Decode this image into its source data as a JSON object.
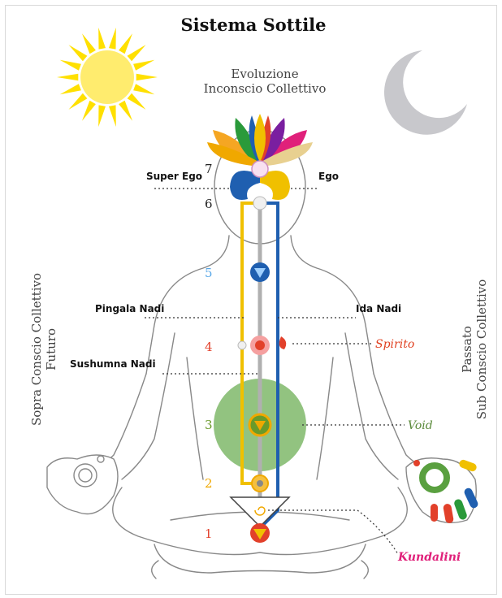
{
  "title": "Sistema Sottile",
  "top_label": {
    "line1": "Evoluzione",
    "line2": "Inconscio Collettivo"
  },
  "left_side": {
    "line1": "Sopra Conscio Collettivo",
    "line2": "Futuro"
  },
  "right_side": {
    "line1": "Passato",
    "line2": "Sub Conscio Collettivo"
  },
  "labels": {
    "super_ego": "Super Ego",
    "ego": "Ego",
    "pingala": "Pingala Nadi",
    "ida": "Ida Nadi",
    "sushumna": "Sushumna Nadi",
    "spirito": "Spirito",
    "void": "Void",
    "kundalini": "Kundalini"
  },
  "chakra_numbers": [
    "1",
    "2",
    "3",
    "4",
    "5",
    "6",
    "7"
  ],
  "colors": {
    "sun": "#ffe000",
    "sun_core": "#ffec6e",
    "moon": "#c8c8cc",
    "void_circle": "#7fb86a",
    "pingala": "#f0c000",
    "ida": "#1f5fb0",
    "sushumna": "#b0b0b0",
    "num1": "#e2402a",
    "num2": "#f0a800",
    "num3": "#6a9a2a",
    "num4": "#e2402a",
    "num5": "#5aa8e8",
    "spirito": "#e04020",
    "kundalini": "#e0207a",
    "void_text": "#5a8a3a"
  },
  "icons": [
    "sun-icon",
    "moon-icon",
    "lotus-icon"
  ]
}
